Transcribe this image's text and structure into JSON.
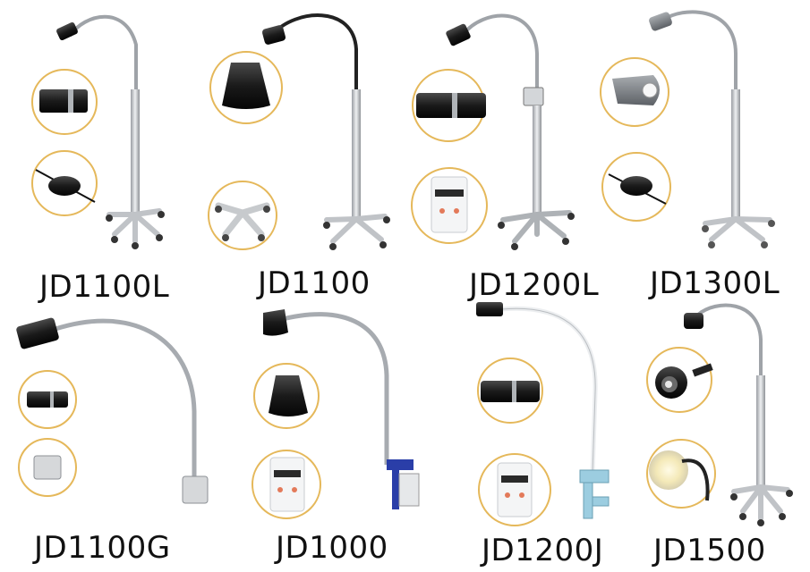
{
  "products": [
    {
      "model": "JD1100L"
    },
    {
      "model": "JD1100"
    },
    {
      "model": "JD1200L"
    },
    {
      "model": "JD1300L"
    },
    {
      "model": "JD1100G"
    },
    {
      "model": "JD1000"
    },
    {
      "model": "JD1200J"
    },
    {
      "model": "JD1500"
    }
  ],
  "colors": {
    "background": "#ffffff",
    "circle_border": "#e5b85a",
    "pole": "#c9cbcf",
    "lamp_head": "#1e1e1e",
    "clamp_blue": "#2a3ea8",
    "clamp_lightblue": "#9ccde0"
  },
  "icons": [
    "lamp-head-icon",
    "foot-switch-icon",
    "caster-base-icon",
    "control-box-icon",
    "clamp-icon"
  ]
}
